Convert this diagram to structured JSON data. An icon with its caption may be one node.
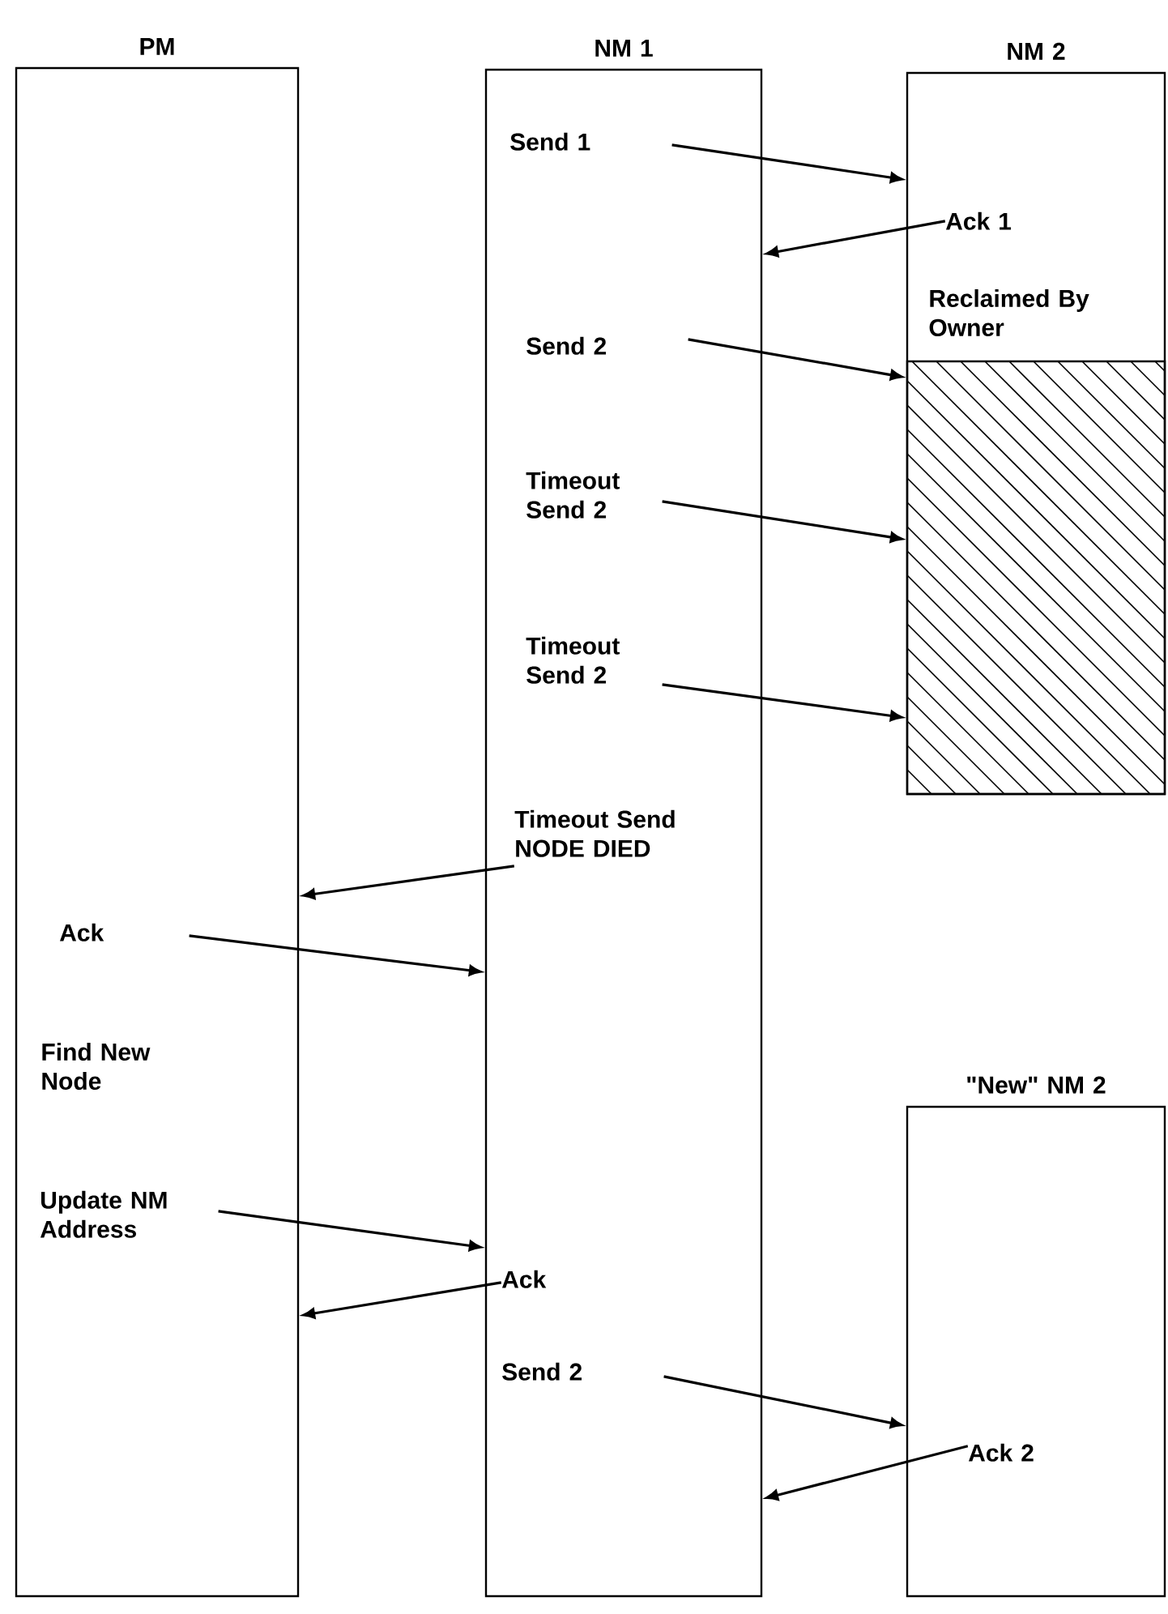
{
  "diagram": {
    "nodes": [
      {
        "text": [
          "PM"
        ]
      },
      {
        "text": [
          "Ack"
        ],
        "in": 0
      },
      {
        "text": [
          "Update NM Address"
        ],
        "in": 0
      },
      {
        "text": [
          "NM 1"
        ]
      },
      {
        "text": [
          "Send 1"
        ],
        "in": 3
      },
      {
        "text": [
          "Send 2"
        ],
        "in": 3
      },
      {
        "text": [
          "Timeout Send 2"
        ],
        "in": 3
      },
      {
        "text": [
          "Timeout Send 2"
        ],
        "in": 3
      },
      {
        "text": [
          "Timeout Send NODE DIED"
        ],
        "in": 3
      },
      {
        "text": [
          "Ack"
        ],
        "in": 3
      },
      {
        "text": [
          "Send 2"
        ],
        "in": 3
      },
      {
        "text": [
          "NM 2"
        ]
      },
      {
        "text": [
          "Ack 1"
        ],
        "in": 11
      },
      {
        "text": [],
        "shape": "box",
        "in": 11
      },
      {
        "text": [
          "\"New\" NM 2"
        ]
      },
      {
        "text": [
          "Ack 2"
        ],
        "in": 14
      }
    ],
    "edges": [
      {
        "from": 4,
        "to": 11,
        "arrow": "to"
      },
      {
        "from": 12,
        "to": 3,
        "arrow": "to"
      },
      {
        "from": 5,
        "to": 13,
        "arrow": "to"
      },
      {
        "from": 6,
        "to": 13,
        "arrow": "to"
      },
      {
        "from": 7,
        "to": 13,
        "arrow": "to"
      },
      {
        "from": 8,
        "to": 0,
        "arrow": "to"
      },
      {
        "from": 1,
        "to": 3,
        "arrow": "to"
      },
      {
        "from": 2,
        "to": 3,
        "arrow": "to"
      },
      {
        "from": 9,
        "to": 0,
        "arrow": "to"
      },
      {
        "from": 10,
        "to": 14,
        "arrow": "to"
      },
      {
        "from": 15,
        "to": 3,
        "arrow": "to"
      }
    ],
    "labels": [
      "Reclaimed By Owner",
      "Find New Node"
    ]
  }
}
